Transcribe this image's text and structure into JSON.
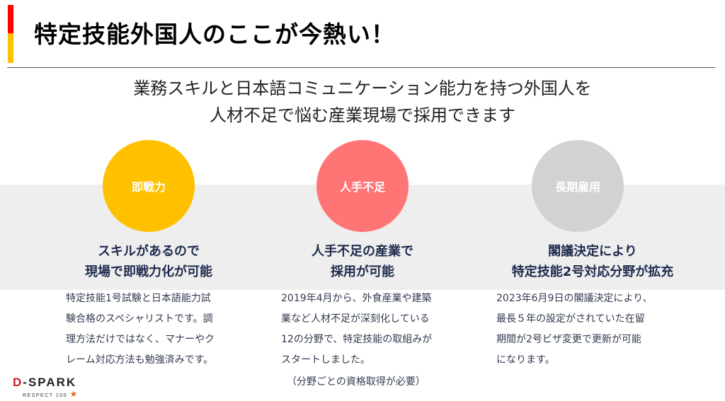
{
  "header": {
    "title": "特定技能外国人のここが今熱い！",
    "accent_colors": [
      "#ff0000",
      "#ffc000"
    ]
  },
  "subtitle": {
    "line1": "業務スキルと日本語コミュニケーション能力を持つ外国人を",
    "line2": "人材不足で悩む産業現場で採用できます"
  },
  "columns": [
    {
      "badge": "即戦力",
      "badge_color": "#ffc000",
      "headline": [
        "スキルがあるので",
        "現場で即戦力化が可能"
      ],
      "body": [
        "特定技能1号試験と日本語能力試",
        "験合格のスペシャリストです。調",
        "理方法だけではなく、マナーやク",
        "レーム対応方法も勉強済みです。"
      ]
    },
    {
      "badge": "人手不足",
      "badge_color": "#ff7575",
      "headline": [
        "人手不足の産業で",
        "採用が可能"
      ],
      "body": [
        "2019年4月から、外食産業や建築",
        "業など人材不足が深刻化している",
        "12の分野で、特定技能の取組みが",
        "スタートしました。"
      ],
      "note": "（分野ごとの資格取得が必要）"
    },
    {
      "badge": "長期雇用",
      "badge_color": "#d3d2d2",
      "headline": [
        "閣議決定により",
        "特定技能2号対応分野が拡充"
      ],
      "body": [
        "2023年6月9日の閣議決定により、",
        "最長５年の設定がされていた在留",
        "期間が2号ビザ変更で更新が可能",
        "になります。"
      ]
    }
  ],
  "logo": {
    "main_prefix": "D",
    "main_rest": "-SPARK",
    "sub": "RESPECT 100",
    "star": "★"
  }
}
